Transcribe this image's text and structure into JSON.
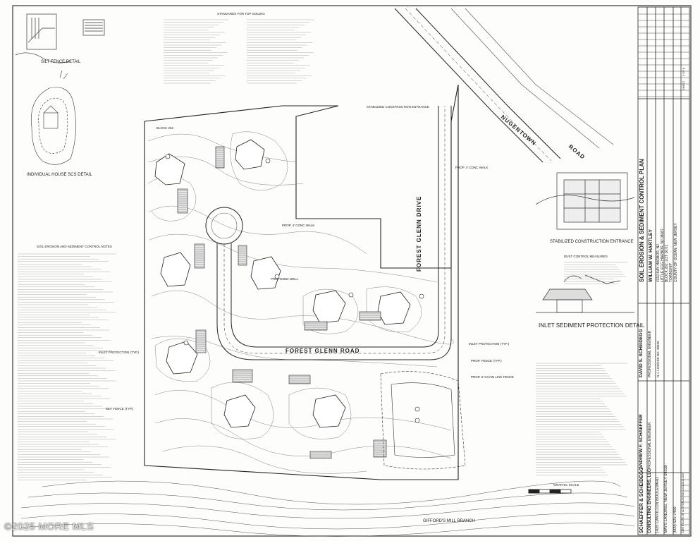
{
  "detail_titles": {
    "silt_fence": "SILT FENCE DETAIL",
    "individual_house": "INDIVIDUAL HOUSE SCS DETAIL",
    "inlet_protection": "INLET SEDIMENT PROTECTION DETAIL",
    "stabilized_entrance": "STABILIZED CONSTRUCTION ENTRANCE",
    "stabilized_entrance_top": "STABILIZED CONSTRUCTION ENTRANCE",
    "dust_control": "DUST CONTROL MEASURES",
    "standards": "STANDARDS FOR TOP SOILING",
    "soil_notes": "SOIL EROSION AND SEDIMENT CONTROL NOTES",
    "graphic_scale": "GRAPHIC SCALE"
  },
  "roads": {
    "forest_glenn_drive": "FOREST GLENN DRIVE",
    "forest_glenn_road": "FOREST GLENN ROAD",
    "nugentown": "NUGENTOWN",
    "road": "ROAD",
    "gifford": "GIFFORD'S MILL BRANCH"
  },
  "callouts": {
    "conc_walk_1": "PROP. 4' CONC WALK",
    "conc_walk_2": "PROP. 4' CONC WALK",
    "inlet_protection": "INLET PROTECTION (TYP.)",
    "inlet_protection_2": "INLET PROTECTION (TYP.)",
    "prop_fence": "PROP. FENCE (TYP.)",
    "silt_fence": "SILT FENCE (TYP.)",
    "chain_link": "PROP. 6' CHAIN LINK FENCE",
    "block": "BLOCK 262",
    "proposed_well": "PROPOSED WELL"
  },
  "title_block": {
    "plan_title": "SOIL EROSION & SEDIMENT CONTROL PLAN",
    "owner": "WILLIAM W. HARTLEY",
    "address_1": "4310 KAY HARBOR, NJ",
    "address_2": "LITTLE EGG HARBOR, NJ 08087",
    "block_lot": "BLOCK 262, LOT 16.01",
    "township": "TOWNSHIP",
    "county": "COUNTY OF OCEAN, NEW JERSEY",
    "engineer_1": "DAVID S. SCHEIDEGG",
    "engineer_1_title": "PROFESSIONAL ENGINEER",
    "engineer_1_license": "N.J. LICENSE NO. 38639",
    "engineer_2": "ANDREW F. SCHAEFFER",
    "engineer_2_title": "PROFESSIONAL ENGINEER",
    "firm": "SCHAEFFER & SCHEIDEGG",
    "firm_2": "CONSULTING ENGINEERS, LLC",
    "firm_address": "1425 CANTILLON BOULEVARD",
    "firm_city": "MAYS LANDING, NEW JERSEY  08330",
    "firm_phone": "(609) 625-7400",
    "certificate": "CERTIFICATE OF AUTHORIZATION 24GA28141400",
    "sheet": "SHEET",
    "sheet_no": "5 OF 8"
  },
  "watermark": "©2025 MORE MLS"
}
